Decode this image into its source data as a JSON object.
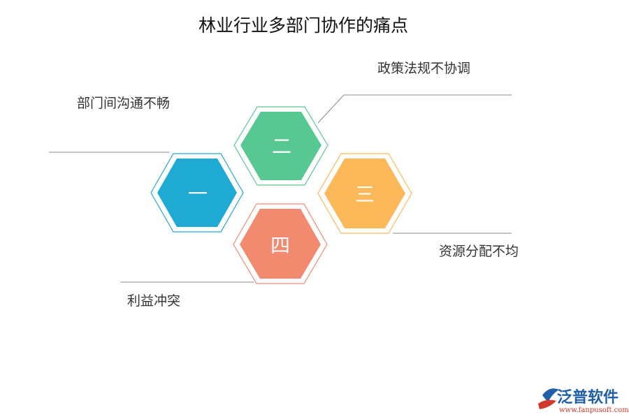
{
  "title": "林业行业多部门协作的痛点",
  "hexagons": [
    {
      "id": "one",
      "number": "一",
      "label": "部门间沟通不畅",
      "color": "#1faad4"
    },
    {
      "id": "two",
      "number": "二",
      "label": "政策法规不协调",
      "color": "#58c892"
    },
    {
      "id": "three",
      "number": "三",
      "label": "资源分配不均",
      "color": "#fdb85a"
    },
    {
      "id": "four",
      "number": "四",
      "label": "利益冲突",
      "color": "#f28a70"
    }
  ],
  "logo": {
    "name": "泛普软件",
    "url": "www.fanpusoft.com",
    "icon": "fanpu-logo-icon"
  }
}
